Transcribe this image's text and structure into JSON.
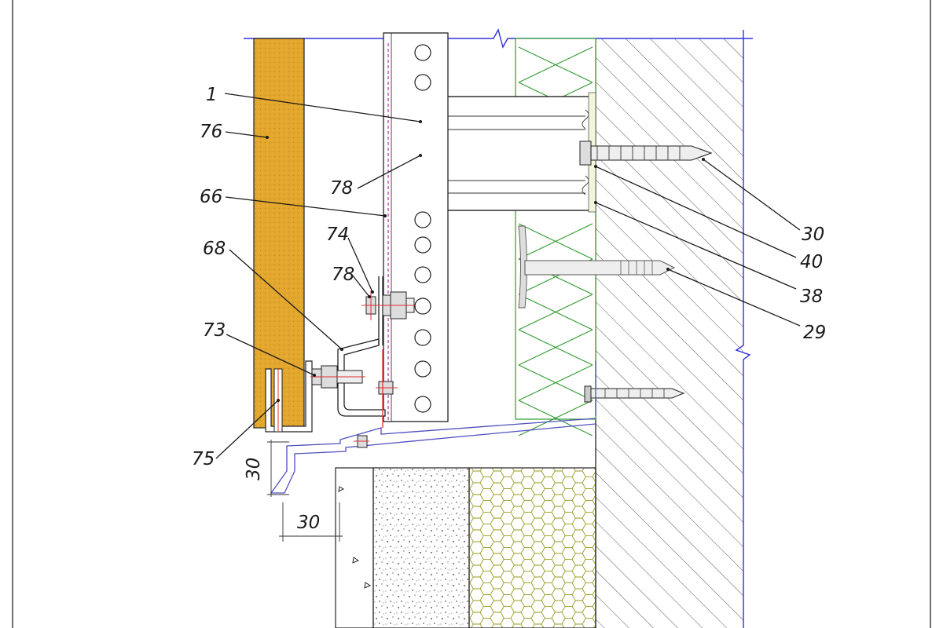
{
  "drawing": {
    "callouts": [
      {
        "id": "1",
        "text": "1"
      },
      {
        "id": "76",
        "text": "76"
      },
      {
        "id": "78a",
        "text": "78"
      },
      {
        "id": "66",
        "text": "66"
      },
      {
        "id": "74",
        "text": "74"
      },
      {
        "id": "78b",
        "text": "78"
      },
      {
        "id": "68",
        "text": "68"
      },
      {
        "id": "73",
        "text": "73"
      },
      {
        "id": "75",
        "text": "75"
      },
      {
        "id": "30",
        "text": "30"
      },
      {
        "id": "40",
        "text": "40"
      },
      {
        "id": "38",
        "text": "38"
      },
      {
        "id": "29",
        "text": "29"
      }
    ],
    "dimensions": {
      "vertical": "30",
      "horizontal": "30"
    },
    "colors": {
      "cladding": "#e3a72e",
      "insulation_line": "#2f9a2f",
      "blue_line": "#3030e0",
      "membrane": "#d040c0",
      "red": "#e03030",
      "hex_line": "#9a9a20"
    }
  }
}
